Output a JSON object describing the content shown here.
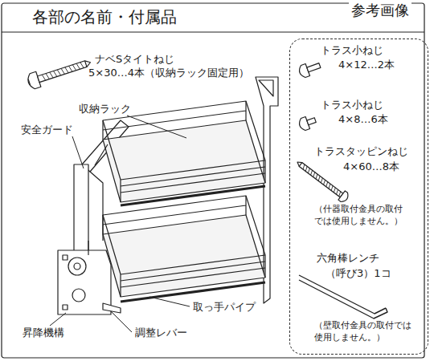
{
  "diagram": {
    "title": "各部の名前・付属品",
    "nodes": [
      {
        "text": [
          "トラス小ねじ",
          "4×12…2本",
          "トラス小ねじ",
          "4×8…6本",
          "トラスタッピンねじ",
          "4×60…8本",
          "（什器取付金具の取付 では使用しません。）",
          "六角棒レンチ",
          "（呼び3）1コ",
          "（壁取付金具の取付では 使用しません。）"
        ]
      }
    ],
    "labels": [
      "参考画像",
      "ナベSタイトねじ",
      "5×30…4本（収納ラック固定用）",
      "収納ラック",
      "安全ガード",
      "取っ手パイプ",
      "昇降機構",
      "調整レバー"
    ]
  }
}
